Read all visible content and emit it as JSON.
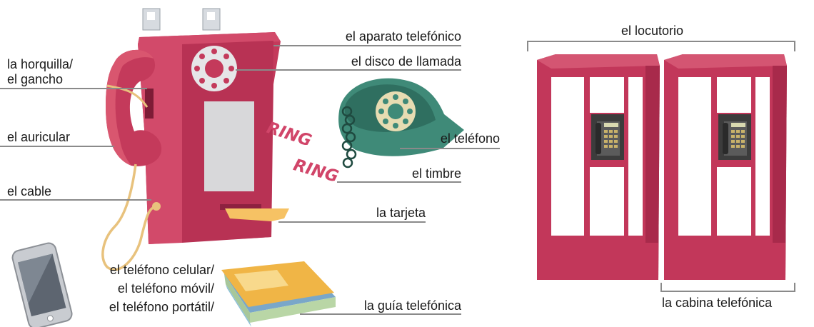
{
  "labels": {
    "aparato": "el aparato telefónico",
    "disco": "el disco de llamada",
    "horquilla_1": "la horquilla/",
    "horquilla_2": "el gancho",
    "auricular": "el auricular",
    "cable": "el cable",
    "telefono": "el teléfono",
    "timbre": "el timbre",
    "tarjeta": "la tarjeta",
    "celular_1": "el teléfono celular/",
    "celular_2": "el teléfono móvil/",
    "celular_3": "el teléfono portátil/",
    "guia": "la guía telefónica",
    "locutorio": "el locutorio",
    "cabina": "la cabina telefónica"
  },
  "sound": {
    "ring_1": "RING",
    "ring_2": "RING"
  },
  "colors": {
    "booth_red": "#c2375a",
    "phone_green": "#3f8a78",
    "card_orange": "#f6c264",
    "line_gray": "#8a8a8a"
  }
}
